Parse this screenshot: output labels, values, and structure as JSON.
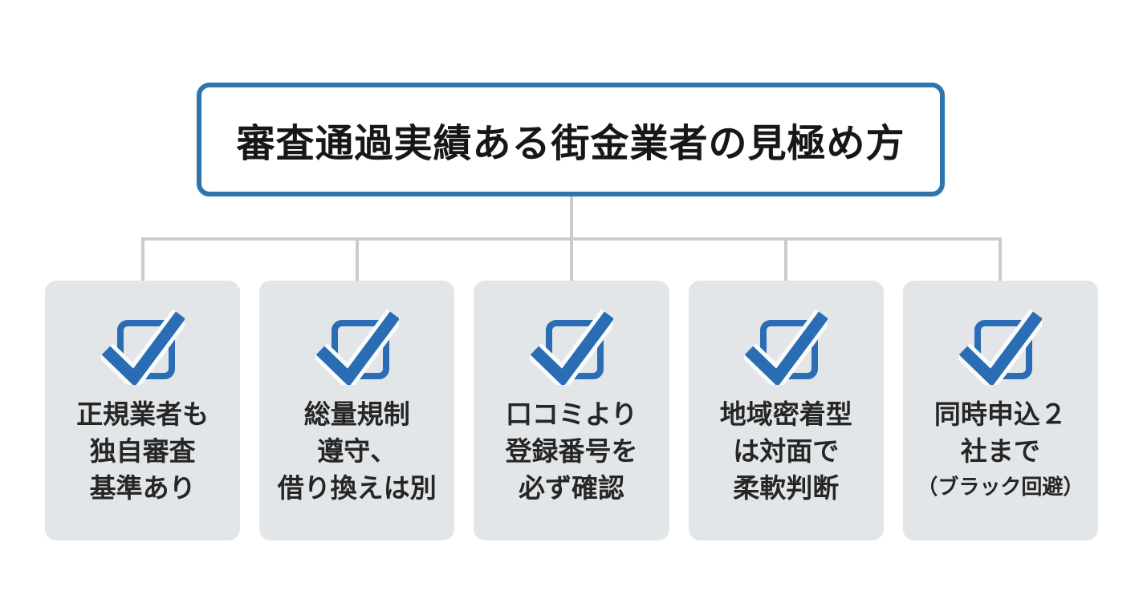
{
  "title": {
    "text": "審査通過実績ある街金業者の見極め方"
  },
  "cards": [
    {
      "icon": "checkbox-checked",
      "lines": [
        "正規業者も",
        "独自審査",
        "基準あり"
      ]
    },
    {
      "icon": "checkbox-checked",
      "lines": [
        "総量規制",
        "遵守、",
        "借り換えは別"
      ]
    },
    {
      "icon": "checkbox-checked",
      "lines": [
        "口コミより",
        "登録番号を",
        "必ず確認"
      ]
    },
    {
      "icon": "checkbox-checked",
      "lines": [
        "地域密着型",
        "は対面で",
        "柔軟判断"
      ]
    },
    {
      "icon": "checkbox-checked",
      "lines": [
        "同時申込２",
        "社まで"
      ],
      "note": "（ブラック回避）"
    }
  ],
  "colors": {
    "accent_blue": "#2e75ad",
    "icon_blue": "#2a6db4",
    "card_background": "#e3e6e8",
    "connector_gray": "#cccccc",
    "text_dark": "#262626",
    "page_background": "#ffffff"
  }
}
